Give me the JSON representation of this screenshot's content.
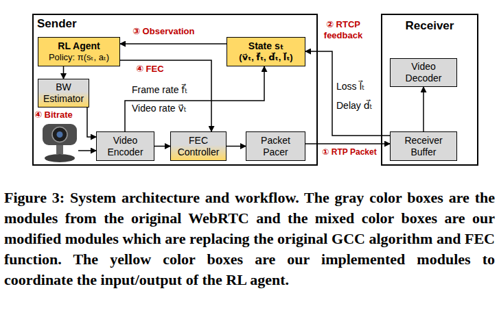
{
  "diagram": {
    "caption": "Figure 3: System architecture and workflow. The gray color boxes are the modules from the original WebRTC and the mixed color boxes are our modified modules which are replacing the original GCC algorithm and FEC function. The yellow color boxes are our implemented modules to coordinate the input/output of the RL agent.",
    "nodes": [
      {
        "text": [
          "Sender"
        ]
      },
      {
        "text": [
          "Receiver"
        ]
      },
      {
        "text": [
          "RL Agent",
          "Policy: π(sₜ, aₜ)"
        ],
        "in": 0
      },
      {
        "text": [
          "State sₜ",
          "(v⃗ₜ, f⃗ₜ, d⃗ₜ, l⃗ₜ)"
        ],
        "in": 0
      },
      {
        "text": [
          "BW Estimator"
        ],
        "in": 0
      },
      {
        "text": [
          "Video Encoder"
        ],
        "in": 0
      },
      {
        "text": [
          "FEC Controller"
        ],
        "in": 0
      },
      {
        "text": [
          "Packet Pacer"
        ],
        "in": 0
      },
      {
        "text": [
          "Video Decoder"
        ],
        "in": 1
      },
      {
        "text": [
          "Receiver Buffer"
        ],
        "in": 1
      }
    ],
    "edges": [
      {
        "from": 2,
        "to": 4,
        "arrow": "to"
      },
      {
        "from": 4,
        "to": 5,
        "label": "④ Bitrate",
        "arrow": "to"
      },
      {
        "from": 5,
        "to": 6,
        "arrow": "to"
      },
      {
        "from": 6,
        "to": 7,
        "arrow": "to"
      },
      {
        "from": 7,
        "to": 9,
        "label": "① RTP Packet",
        "arrow": "to"
      },
      {
        "from": 9,
        "to": 8,
        "arrow": "to"
      },
      {
        "from": 9,
        "to": 3,
        "label": "② RTCP feedback",
        "arrow": "to"
      },
      {
        "from": 3,
        "to": 2,
        "label": "③ Observation",
        "arrow": "to"
      },
      {
        "from": 2,
        "to": 6,
        "label": "④ FEC",
        "arrow": "to"
      },
      {
        "from": 5,
        "to": 3,
        "arrow": "to"
      }
    ],
    "labels": [
      "Frame rate f⃗ₜ",
      "Video rate v⃗ₜ",
      "Loss l⃗ₜ",
      "Delay d⃗ₜ"
    ]
  }
}
